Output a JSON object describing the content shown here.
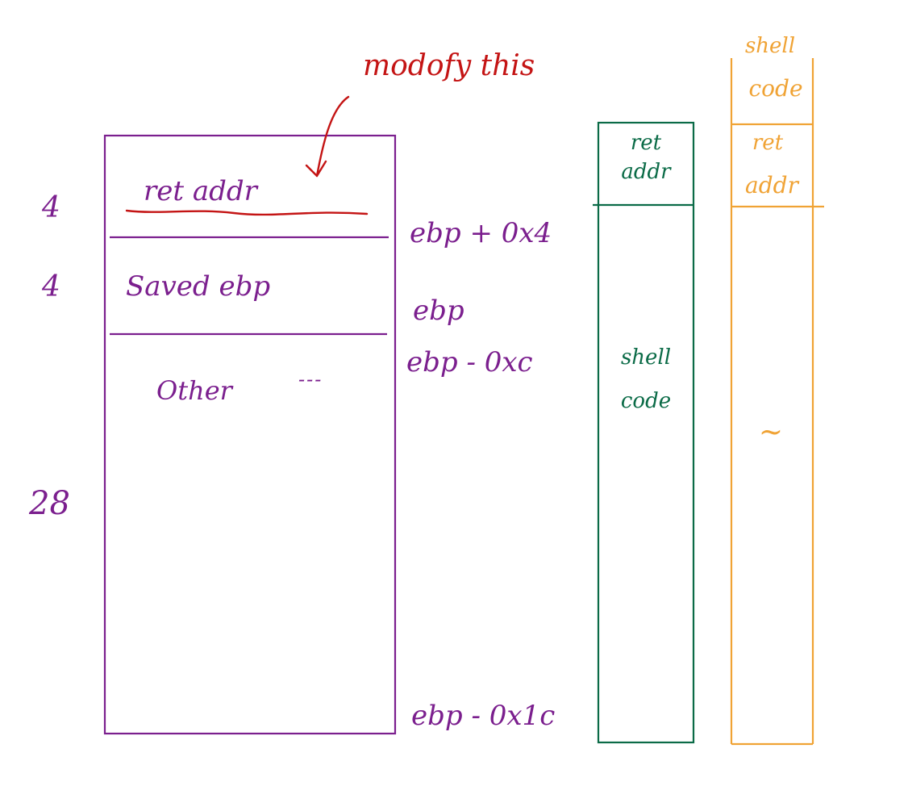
{
  "annotation": {
    "text": "modofy this"
  },
  "stack_frame": {
    "ret_addr": "ret addr",
    "saved_ebp": "Saved ebp",
    "other": "Other",
    "ellipsis": "---"
  },
  "sizes": {
    "ret": "4",
    "saved": "4",
    "other": "28"
  },
  "addresses": {
    "ebp_plus_4": "ebp + 0x4",
    "ebp": "ebp",
    "ebp_minus_c": "ebp - 0xc",
    "ebp_minus_1c": "ebp - 0x1c"
  },
  "payload_a": {
    "ret_line1": "ret",
    "ret_line2": "addr",
    "shell_line1": "shell",
    "shell_line2": "code"
  },
  "payload_b": {
    "shell_line1": "shell",
    "shell_line2": "code",
    "ret_line1": "ret",
    "ret_line2": "addr",
    "filler": "~"
  },
  "colors": {
    "stack": "#7b1f8e",
    "annotation": "#c41414",
    "payload_a": "#0b6b47",
    "payload_b": "#f0a335"
  }
}
